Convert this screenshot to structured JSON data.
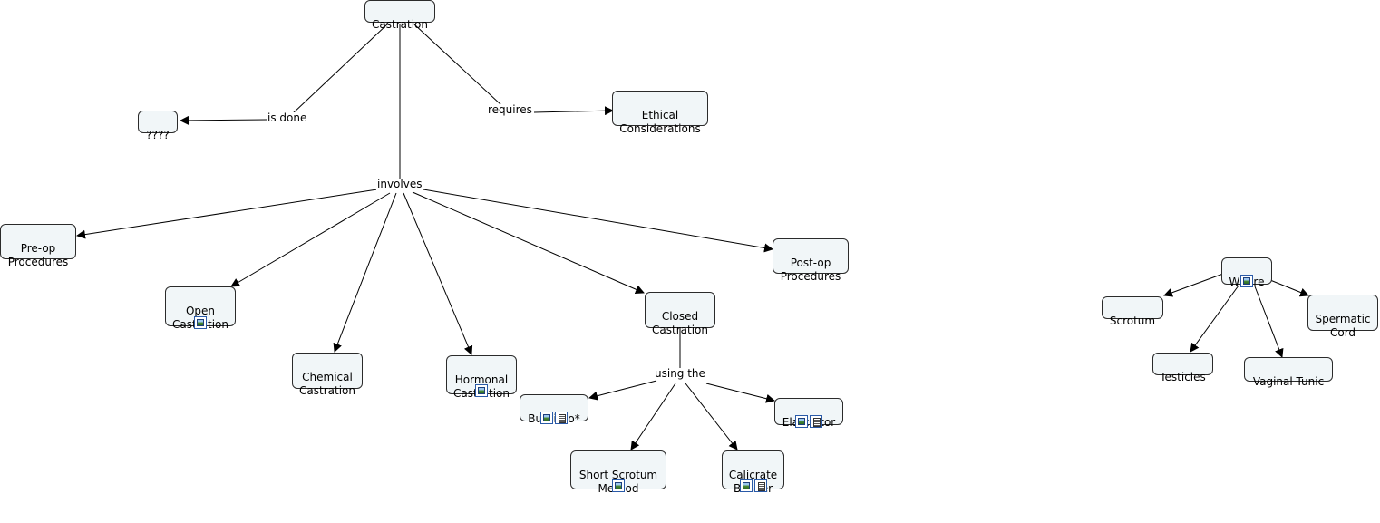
{
  "concepts": {
    "castration": "Castration",
    "unknown": "????",
    "ethical": "Ethical\nConsiderations",
    "preop": "Pre-op\nProcedures",
    "postop": "Post-op\nProcedures",
    "open": "Open\nCastration",
    "chemical": "Chemical\nCastration",
    "hormonal": "Hormonal\nCastration",
    "closed": "Closed\nCastration",
    "burdizzo": "Burdizzo*",
    "elastrator": "Elastrator",
    "short_scrotum": "Short Scrotum\nMethod",
    "calicrate": "Calicrate\nBander",
    "where": "Where",
    "scrotum": "Scrotum",
    "testicles": "Testicles",
    "vaginal_tunic": "Vaginal Tunic",
    "spermatic_cord": "Spermatic\nCord"
  },
  "links": {
    "is_done": "is done",
    "requires": "requires",
    "involves": "involves",
    "using_the": "using the"
  },
  "resource_icons": {
    "image": "image-icon",
    "document": "document-icon"
  }
}
